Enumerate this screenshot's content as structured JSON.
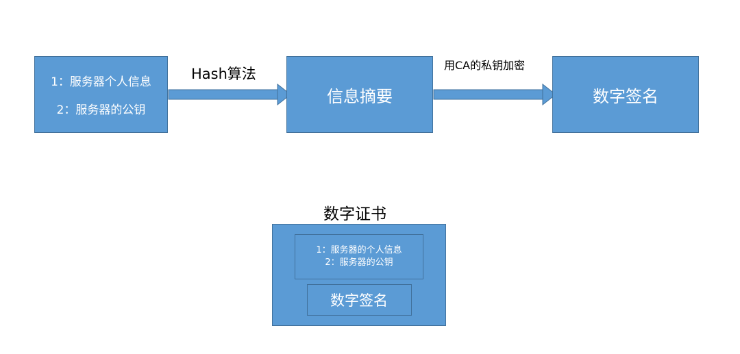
{
  "colors": {
    "box_fill": "#5b9bd5",
    "box_border": "#41719c",
    "box_text": "#ffffff",
    "label_text": "#000000"
  },
  "flow": {
    "source_box": {
      "line1": "1：服务器个人信息",
      "line2": "2：服务器的公钥"
    },
    "arrow1_label": "Hash算法",
    "digest_box": "信息摘要",
    "arrow2_label": "用CA的私钥加密",
    "signature_box": "数字签名"
  },
  "certificate": {
    "title": "数字证书",
    "info_line1": "1：服务器的个人信息",
    "info_line2": "2：服务器的公钥",
    "signature": "数字签名"
  }
}
